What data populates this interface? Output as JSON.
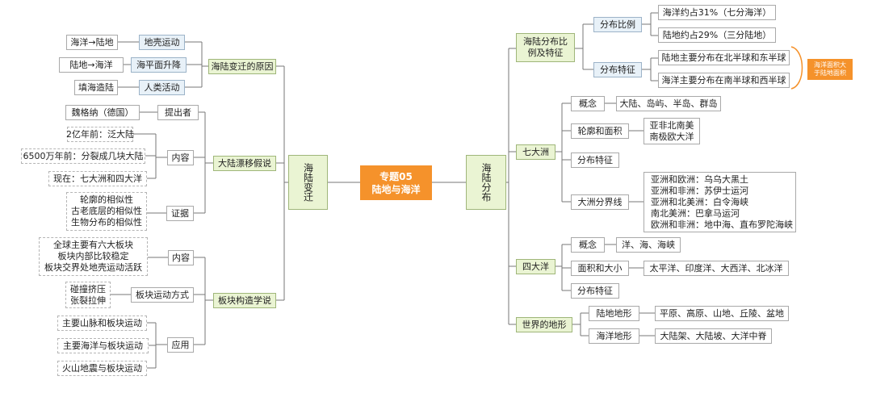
{
  "center": {
    "line1": "专题05",
    "line2": "陆地与海洋"
  },
  "left_main": "海陆变迁",
  "right_main": "海陆分布",
  "left": {
    "reasons": {
      "title": "海陆变迁的原因",
      "items": [
        {
          "label": "地壳运动",
          "leaf": "海洋→陆地"
        },
        {
          "label": "海平面升降",
          "leaf": "陆地→海洋"
        },
        {
          "label": "人类活动",
          "leaf": "填海造陆"
        }
      ]
    },
    "drift": {
      "title": "大陆漂移假说",
      "proposer": {
        "label": "提出者",
        "leaf": "魏格纳（德国）"
      },
      "content": {
        "label": "内容",
        "leaves": [
          "2亿年前：泛大陆",
          "6500万年前：分裂成几块大陆",
          "现在：七大洲和四大洋"
        ]
      },
      "evidence": {
        "label": "证据",
        "lines": [
          "轮廓的相似性",
          "古老底层的相似性",
          "生物分布的相似性"
        ]
      }
    },
    "plate": {
      "title": "板块构造学说",
      "content": {
        "label": "内容",
        "lines": [
          "全球主要有六大板块",
          "板块内部比较稳定",
          "板块交界处地壳运动活跃"
        ]
      },
      "motion": {
        "label": "板块运动方式",
        "lines": [
          "碰撞挤压",
          "张裂拉伸"
        ]
      },
      "application": {
        "label": "应用",
        "leaves": [
          "主要山脉和板块运动",
          "主要海洋与板块运动",
          "火山地震与板块运动"
        ]
      }
    }
  },
  "right": {
    "ratio": {
      "title_lines": [
        "海陆分布比",
        "例及特征"
      ],
      "share": {
        "label": "分布比例",
        "leaves": [
          "海洋约占31%（七分海洋）",
          "陆地约占29%（三分陆地）"
        ]
      },
      "feature": {
        "label": "分布特征",
        "leaves": [
          "陆地主要分布在北半球和东半球",
          "海洋主要分布在南半球和西半球"
        ]
      },
      "note": [
        "海洋面积大",
        "于陆地面积"
      ]
    },
    "continents": {
      "title": "七大洲",
      "concept": {
        "label": "概念",
        "leaf": "大陆、岛屿、半岛、群岛"
      },
      "outline": {
        "label": "轮廓和面积",
        "lines": [
          "亚非北南美",
          "南极欧大洋"
        ]
      },
      "feature": {
        "label": "分布特征"
      },
      "boundary": {
        "label": "大洲分界线",
        "lines": [
          "亚洲和欧洲：乌乌大黑土",
          "亚洲和非洲：苏伊士运河",
          "亚洲和北美洲：白令海峡",
          "南北美洲：巴拿马运河",
          "欧洲和非洲：地中海、直布罗陀海峡"
        ]
      }
    },
    "oceans": {
      "title": "四大洋",
      "concept": {
        "label": "概念",
        "leaf": "洋、海、海峡"
      },
      "area": {
        "label": "面积和大小",
        "leaf": "太平洋、印度洋、大西洋、北冰洋"
      },
      "feature": {
        "label": "分布特征"
      }
    },
    "landforms": {
      "title": "世界的地形",
      "land": {
        "label": "陆地地形",
        "leaf": "平原、高原、山地、丘陵、盆地"
      },
      "sea": {
        "label": "海洋地形",
        "leaf": "大陆架、大陆坡、大洋中脊"
      }
    }
  }
}
